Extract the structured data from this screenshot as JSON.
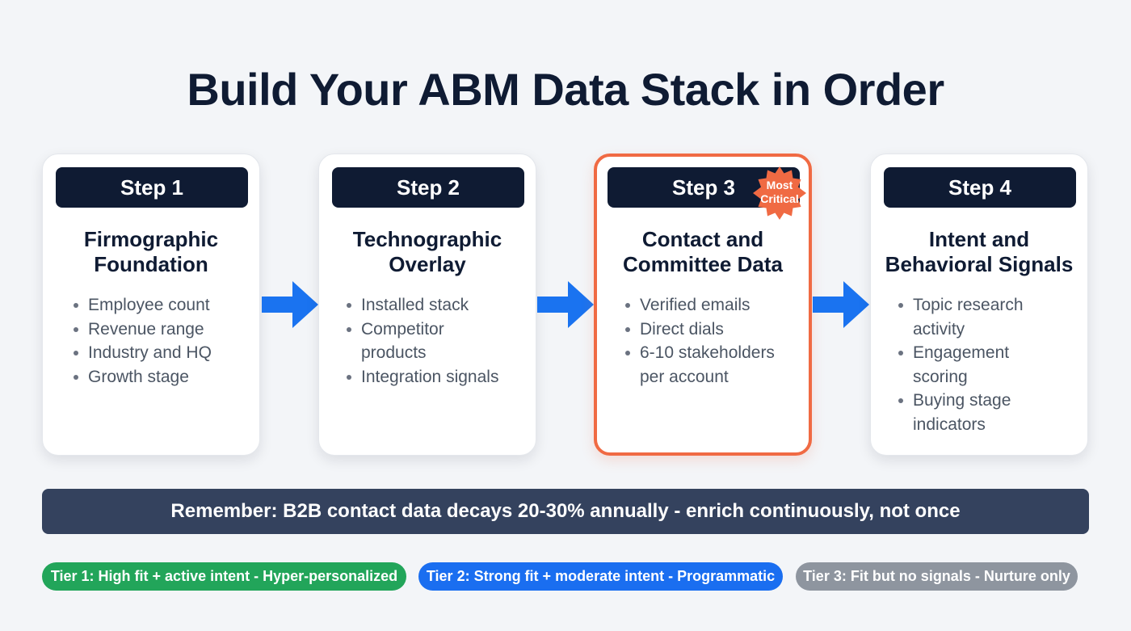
{
  "title": "Build Your ABM Data Stack in Order",
  "colors": {
    "background": "#f3f5f8",
    "step_pill": "#0f1b33",
    "arrow": "#1a73f0",
    "critical_border": "#f06a43",
    "banner": "#34425e",
    "tier1": "#22a55a",
    "tier2": "#1a6ef0",
    "tier3": "#8e959f"
  },
  "steps": [
    {
      "label": "Step 1",
      "title_line1": "Firmographic",
      "title_line2": "Foundation",
      "bullets": [
        "Employee count",
        "Revenue range",
        "Industry and HQ",
        "Growth stage"
      ]
    },
    {
      "label": "Step 2",
      "title_line1": "Technographic",
      "title_line2": "Overlay",
      "bullets": [
        "Installed stack",
        "Competitor products",
        "Integration signals"
      ]
    },
    {
      "label": "Step 3",
      "title_line1": "Contact and",
      "title_line2": "Committee Data",
      "bullets": [
        "Verified emails",
        "Direct dials",
        "6-10 stakeholders per account"
      ],
      "badge_line1": "Most",
      "badge_line2": "Critical"
    },
    {
      "label": "Step 4",
      "title_line1": "Intent and",
      "title_line2": "Behavioral Signals",
      "bullets": [
        "Topic research activity",
        "Engagement scoring",
        "Buying stage indicators"
      ]
    }
  ],
  "arrows": [
    "arrow-right-icon",
    "arrow-right-icon",
    "arrow-right-icon"
  ],
  "banner": "Remember: B2B contact data decays 20-30% annually - enrich continuously, not once",
  "tiers": [
    {
      "label": "Tier 1: High fit + active intent - Hyper-personalized"
    },
    {
      "label": "Tier 2: Strong fit + moderate intent - Programmatic"
    },
    {
      "label": "Tier 3: Fit but no signals - Nurture only"
    }
  ]
}
